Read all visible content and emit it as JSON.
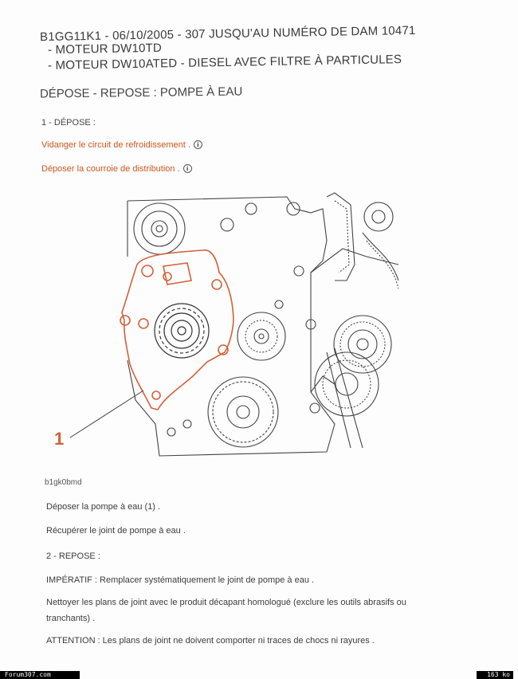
{
  "header": {
    "line1": "B1GG11K1 - 06/10/2005 - 307 JUSQU'AU NUMÉRO DE DAM 10471",
    "line2": "- MOTEUR DW10TD",
    "line3": "- MOTEUR DW10ATED - DIESEL AVEC FILTRE À PARTICULES"
  },
  "title": "DÉPOSE - REPOSE : POMPE À EAU",
  "depose": {
    "heading": "1 - DÉPOSE :",
    "step1": "Vidanger le circuit de refroidissement .",
    "step2": "Déposer la courroie de distribution .",
    "info_glyph": "i"
  },
  "figure": {
    "callout": "1",
    "caption": "b1gk0bmd"
  },
  "steps": {
    "s1": "Déposer la pompe à eau (1) .",
    "s2": "Récupérer le joint de pompe à eau ."
  },
  "repose": {
    "heading": "2 - REPOSE :",
    "imperatif": "IMPÉRATIF : Remplacer systématiquement le joint de pompe à eau .",
    "nettoyer": "Nettoyer les plans de joint avec le produit décapant homologué (exclure les outils abrasifs ou tranchants) .",
    "attention": "ATTENTION : Les plans de joint ne doivent comporter ni traces de chocs ni rayures ."
  },
  "footer": {
    "left": "Forum307.com",
    "right": "163 ko"
  },
  "colors": {
    "link": "#d0551e",
    "pump_outline": "#d4603a"
  }
}
